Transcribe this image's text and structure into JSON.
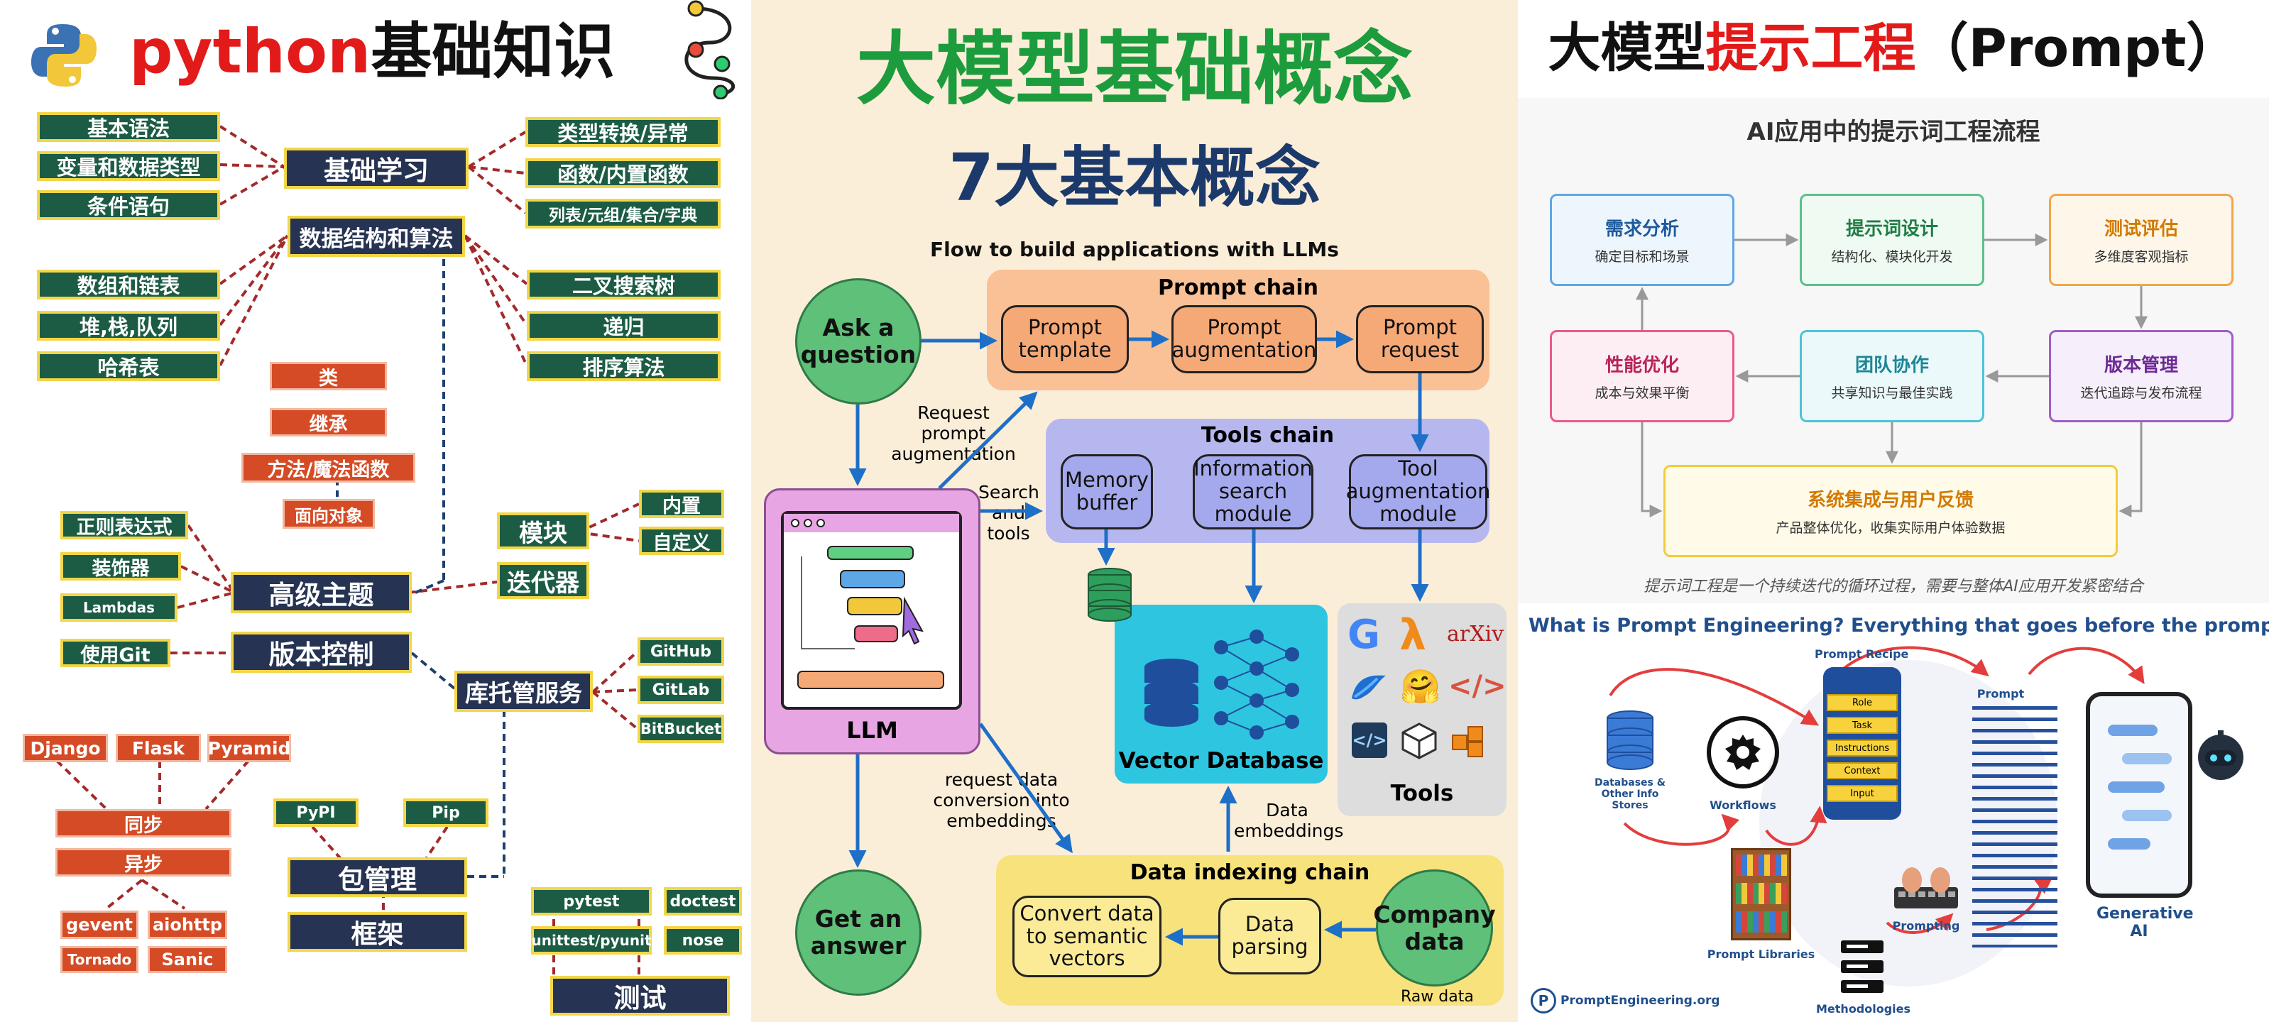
{
  "python": {
    "title_a": "python",
    "title_b": "基础知识",
    "basics": "基础学习",
    "ds": "数据结构和算法",
    "advanced": "高级主题",
    "vc": "版本控制",
    "repo": "库托管服务",
    "pkg": "包管理",
    "framework": "框架",
    "testing": "测试",
    "left_basic": [
      "基本语法",
      "变量和数据类型",
      "条件语句"
    ],
    "right_basic": [
      "类型转换/异常",
      "函数/内置函数",
      "列表/元组/集合/字典"
    ],
    "left_ds": [
      "数组和链表",
      "堆,栈,队列",
      "哈希表"
    ],
    "right_ds": [
      "二叉搜索树",
      "递归",
      "排序算法"
    ],
    "oop": [
      "类",
      "继承",
      "方法/魔法函数",
      "面向对象"
    ],
    "adv_left": [
      "正则表达式",
      "装饰器",
      "Lambdas"
    ],
    "module": "模块",
    "module_sub": [
      "内置",
      "自定义"
    ],
    "iterator": "迭代器",
    "git": "使用Git",
    "repo_sub": [
      "GitHub",
      "GitLab",
      "BitBucket"
    ],
    "web": [
      "Django",
      "Flask",
      "Pyramid"
    ],
    "sync": "同步",
    "async": "异步",
    "async_sub": [
      "gevent",
      "aiohttp",
      "Tornado",
      "Sanic"
    ],
    "pkg_sub": [
      "PyPI",
      "Pip"
    ],
    "test_sub": [
      "pytest",
      "doctest",
      "unittest/pyunit",
      "nose"
    ]
  },
  "llm": {
    "title": "大模型基础概念",
    "subtitle": "7大基本概念",
    "flow_title": "Flow to build applications with LLMs",
    "prompt_chain": "Prompt chain",
    "prompt_template": "Prompt template",
    "prompt_augmentation": "Prompt augmentation",
    "prompt_request": "Prompt request",
    "tools_chain": "Tools chain",
    "memory": "Memory buffer",
    "info_search": "Information search module",
    "tool_aug": "Tool augmentation module",
    "ask": "Ask a question",
    "llm": "LLM",
    "answer": "Get an answer",
    "req_aug": "Request prompt augmentation",
    "search_tools": "Search and tools",
    "req_conv": "request data conversion into embeddings",
    "data_emb": "Data embeddings",
    "vector_db": "Vector Database",
    "tools": "Tools",
    "indexing": "Data indexing chain",
    "convert": "Convert data to semantic vectors",
    "parsing": "Data parsing",
    "company": "Company data",
    "raw": "Raw data",
    "tool_glyphs": [
      "G",
      "λ",
      "arXiv",
      "🤗",
      "</>",
      "</>"
    ]
  },
  "prompt": {
    "title_a": "大模型",
    "title_b": "提示工程",
    "title_c": "（Prompt）",
    "flow_title": "AI应用中的提示词工程流程",
    "boxes": [
      {
        "t": "需求分析",
        "s": "确定目标和场景"
      },
      {
        "t": "提示词设计",
        "s": "结构化、模块化开发"
      },
      {
        "t": "测试评估",
        "s": "多维度客观指标"
      },
      {
        "t": "性能优化",
        "s": "成本与效果平衡"
      },
      {
        "t": "团队协作",
        "s": "共享知识与最佳实践"
      },
      {
        "t": "版本管理",
        "s": "迭代追踪与发布流程"
      },
      {
        "t": "系统集成与用户反馈",
        "s": "产品整体优化，收集实际用户体验数据"
      }
    ],
    "caption": "提示词工程是一个持续迭代的循环过程，需要与整体AI应用开发紧密结合",
    "what": "What is Prompt Engineering? Everything that goes before the prompt",
    "recipe": "Prompt Recipe",
    "recipe_items": [
      "Role",
      "Task",
      "Instructions",
      "Context",
      "Input"
    ],
    "prompt_label": "Prompt",
    "db": "Databases & Other Info Stores",
    "workflows": "Workflows",
    "libraries": "Prompt Libraries",
    "prompting": "Prompting",
    "methodologies": "Methodologies",
    "genai": "Generative AI",
    "site": "PromptEngineering.org"
  },
  "colors": {
    "pyred": "#e31a1a",
    "green": "#1c9c3d",
    "navy": "#1b3a6b",
    "darkgreen": "#1c5c45",
    "navybox": "#263352",
    "orange": "#d54b25"
  }
}
